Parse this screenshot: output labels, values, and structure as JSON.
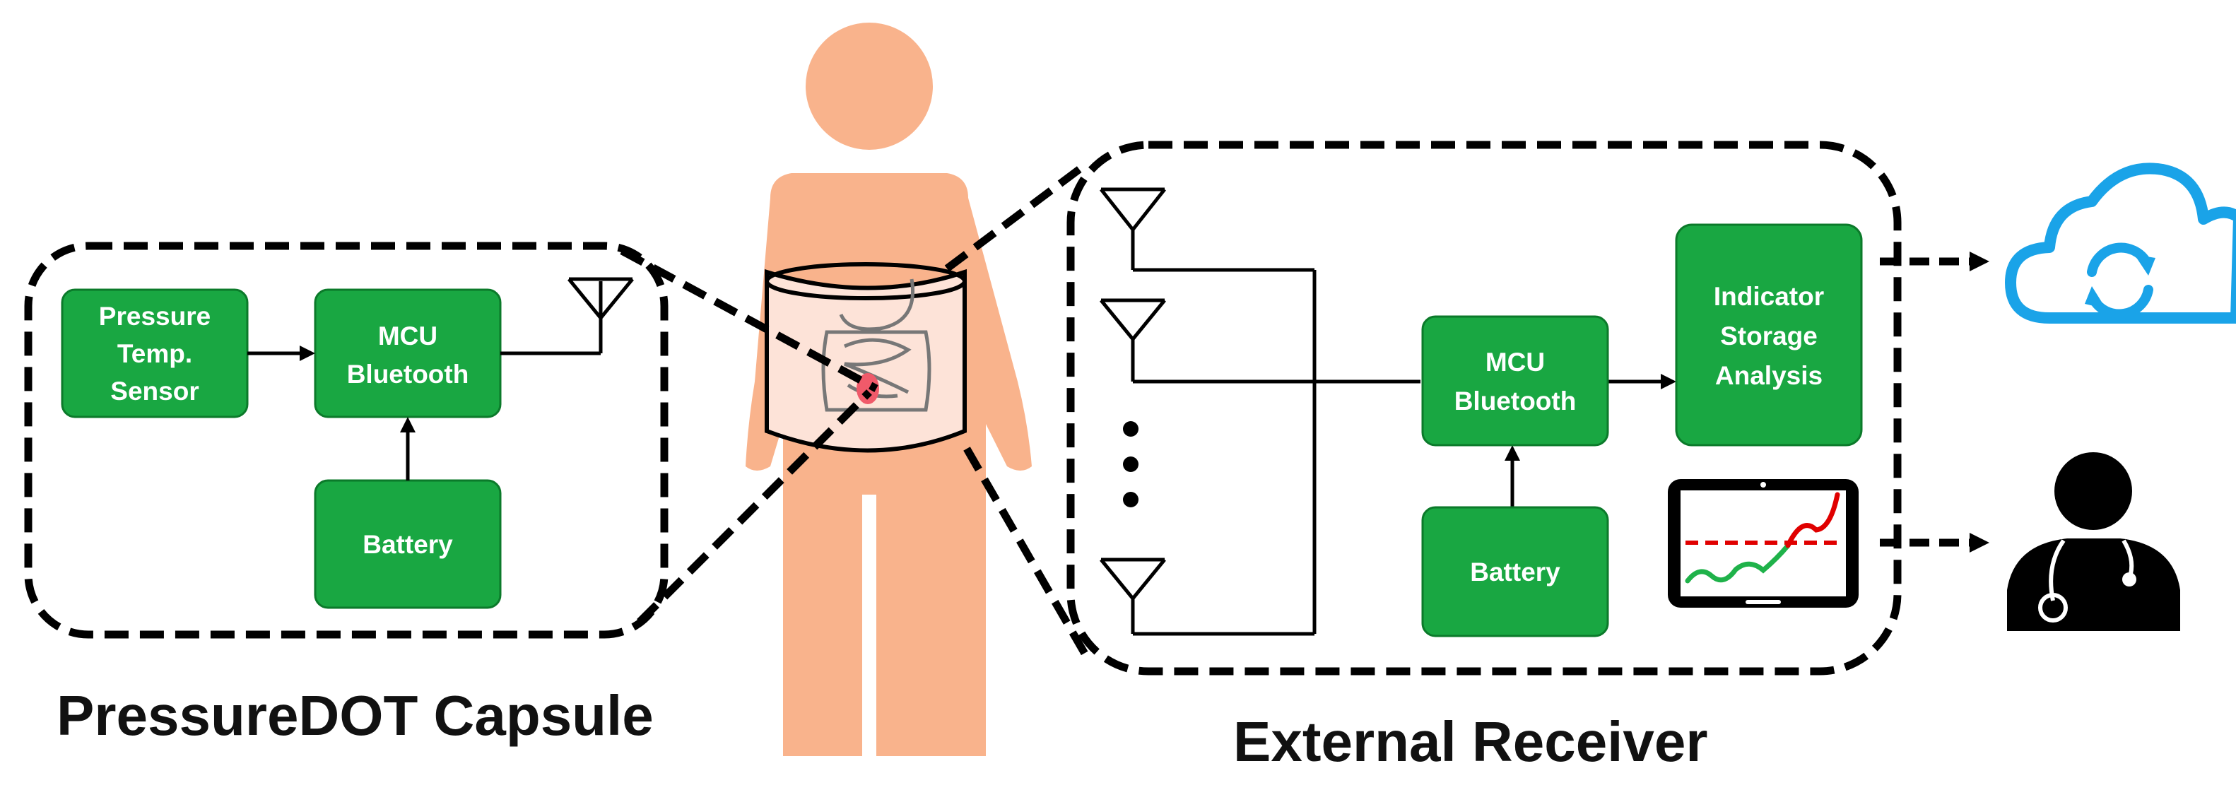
{
  "colors": {
    "block_fill": "#19a742",
    "block_stroke": "#0b7a2a",
    "body_fill": "#f9b38c",
    "cloud_stroke": "#1aa3e8",
    "line": "#000000",
    "chart_red": "#e00000",
    "chart_green": "#1fb24a"
  },
  "capsule": {
    "title": "PressureDOT Capsule",
    "sensor": [
      "Pressure",
      "Temp.",
      "Sensor"
    ],
    "mcu": [
      "MCU",
      "Bluetooth"
    ],
    "battery": "Battery"
  },
  "receiver": {
    "title": "External Receiver",
    "mcu": [
      "MCU",
      "Bluetooth"
    ],
    "battery": "Battery",
    "functions": [
      "Indicator",
      "Storage",
      "Analysis"
    ]
  },
  "icons": {
    "antenna": "antenna-icon",
    "body": "human-body-icon",
    "cloud": "cloud-sync-icon",
    "tablet": "tablet-chart-icon",
    "doctor": "doctor-icon"
  }
}
